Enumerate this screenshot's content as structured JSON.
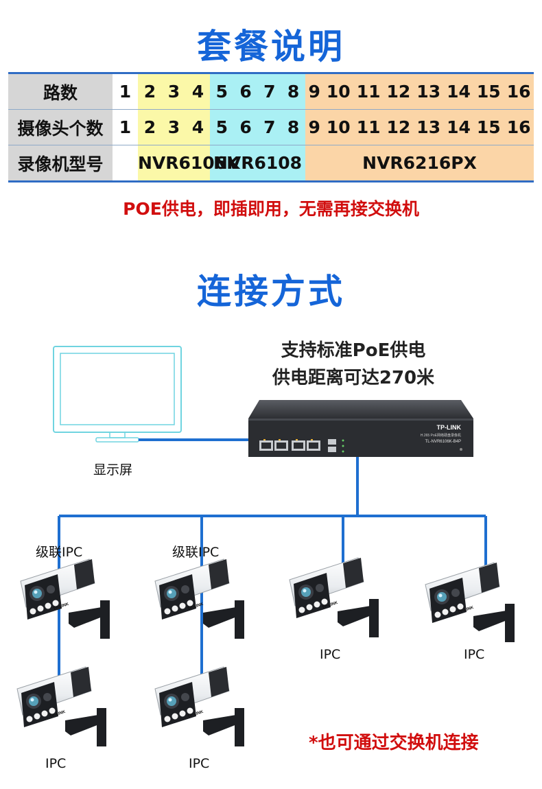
{
  "package_title": "套餐说明",
  "table": {
    "row1_header": "路数",
    "row2_header": "摄像头个数",
    "row3_header": "录像机型号",
    "group1": [
      "1"
    ],
    "group2": [
      "2",
      "3",
      "4"
    ],
    "group3": [
      "5",
      "6",
      "7",
      "8"
    ],
    "group4": [
      "9",
      "10",
      "11",
      "12",
      "13",
      "14",
      "15",
      "16"
    ],
    "model_yellow": "NVR6106K",
    "model_cyan": "NVR6108",
    "model_orange": "NVR6216PX",
    "colors": {
      "header": "#d6d6d6",
      "yellow": "#fbf8a8",
      "cyan": "#aaf0f4",
      "orange": "#fbd5a7",
      "border": "#2f6cc4"
    }
  },
  "poe_note": "POE供电，即插即用，无需再接交换机",
  "connection_title": "连接方式",
  "nvr_caption": [
    "支持标准PoE供电",
    "供电距离可达270米"
  ],
  "monitor_label": "显示屏",
  "nvr_brand": "TP-LINK",
  "nvr_model_text": "TL-NVR6106K-B4P",
  "nvr_sub_text": "H.265 PoE网络硬盘录像机",
  "camera_brand": "TP-LINK",
  "cascade_label": "级联IPC",
  "ipc_label": "IPC",
  "switch_note": "*也可通过交换机连接",
  "title_color": "#1565d8",
  "red_color": "#d10e0e",
  "line_color": "#1e6fd0"
}
